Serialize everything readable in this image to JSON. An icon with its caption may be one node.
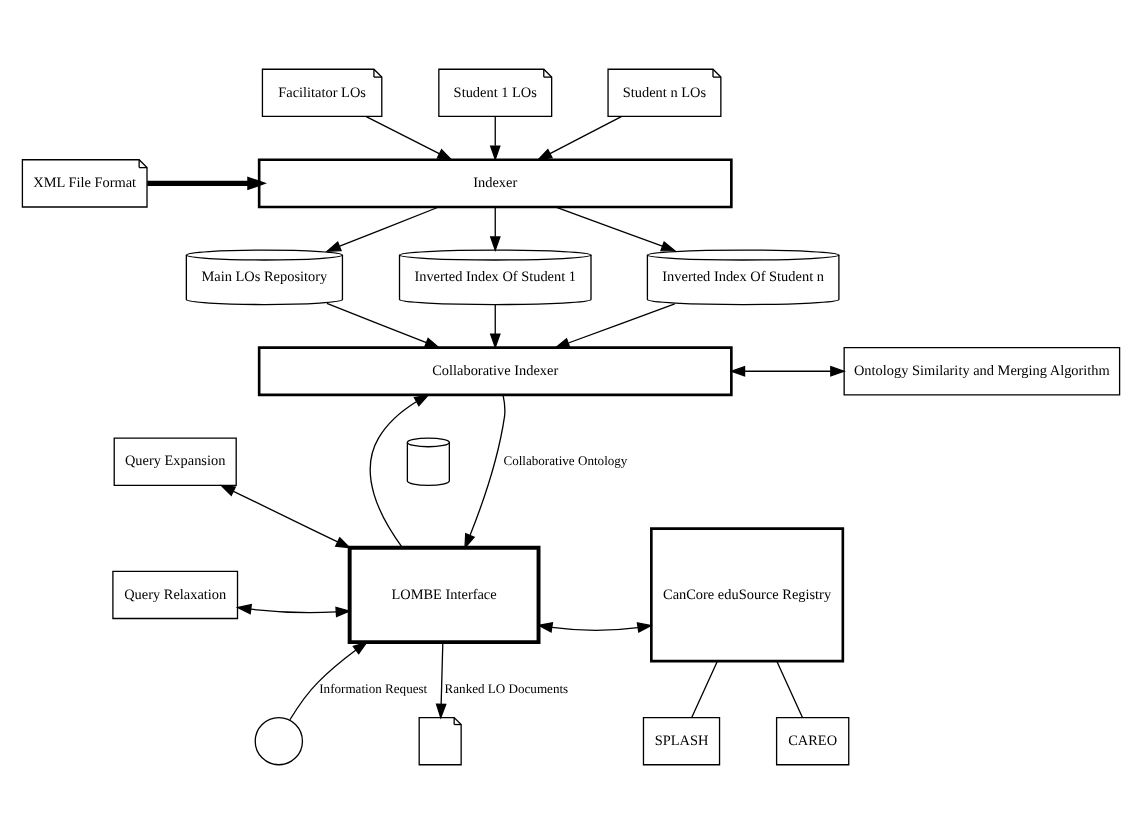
{
  "diagram": {
    "nodes": [
      {
        "text": [
          "Facilitator LOs"
        ]
      },
      {
        "text": [
          "Student 1 LOs"
        ]
      },
      {
        "text": [
          "Student n LOs"
        ]
      },
      {
        "text": [
          "Indexer"
        ]
      },
      {
        "text": [
          "XML File Format"
        ]
      },
      {
        "text": [
          "Main LOs Repository"
        ]
      },
      {
        "text": [
          "Inverted Index Of Student 1"
        ]
      },
      {
        "text": [
          "Inverted Index Of Student n"
        ]
      },
      {
        "text": [
          "Collaborative Indexer"
        ]
      },
      {
        "text": [
          "Ontology Similarity and Merging Algorithm"
        ]
      },
      {
        "text": [],
        "shape": "cylinder"
      },
      {
        "text": [
          "Query Expansion"
        ]
      },
      {
        "text": [
          "Query Relaxation"
        ]
      },
      {
        "text": [
          "LOMBE Interface"
        ]
      },
      {
        "text": [],
        "shape": "person"
      },
      {
        "text": [],
        "shape": "document"
      },
      {
        "text": [
          "CanCore eduSource Registry"
        ]
      },
      {
        "text": [
          "SPLASH"
        ]
      },
      {
        "text": [
          "CAREO"
        ]
      }
    ],
    "edges": [
      {
        "from": 0,
        "to": 3,
        "arrow": "to"
      },
      {
        "from": 1,
        "to": 3,
        "arrow": "to"
      },
      {
        "from": 2,
        "to": 3,
        "arrow": "to"
      },
      {
        "from": 4,
        "to": 3,
        "arrow": "to",
        "style": "thick"
      },
      {
        "from": 3,
        "to": 5,
        "arrow": "to"
      },
      {
        "from": 3,
        "to": 6,
        "arrow": "to"
      },
      {
        "from": 3,
        "to": 7,
        "arrow": "to"
      },
      {
        "from": 5,
        "to": 8,
        "arrow": "to"
      },
      {
        "from": 6,
        "to": 8,
        "arrow": "to"
      },
      {
        "from": 7,
        "to": 8,
        "arrow": "to"
      },
      {
        "from": 8,
        "to": 9,
        "arrow": "both"
      },
      {
        "from": 13,
        "to": 8,
        "arrow": "to"
      },
      {
        "from": 8,
        "to": 13,
        "arrow": "to",
        "label": "Collaborative Ontology"
      },
      {
        "from": 13,
        "to": 11,
        "arrow": "both"
      },
      {
        "from": 13,
        "to": 12,
        "arrow": "both"
      },
      {
        "from": 14,
        "to": 13,
        "arrow": "to",
        "label": "Information Request"
      },
      {
        "from": 13,
        "to": 15,
        "arrow": "to",
        "label": "Ranked LO Documents"
      },
      {
        "from": 13,
        "to": 16,
        "arrow": "both"
      },
      {
        "from": 16,
        "to": 17,
        "arrow": "none"
      },
      {
        "from": 16,
        "to": 18,
        "arrow": "none"
      }
    ]
  }
}
